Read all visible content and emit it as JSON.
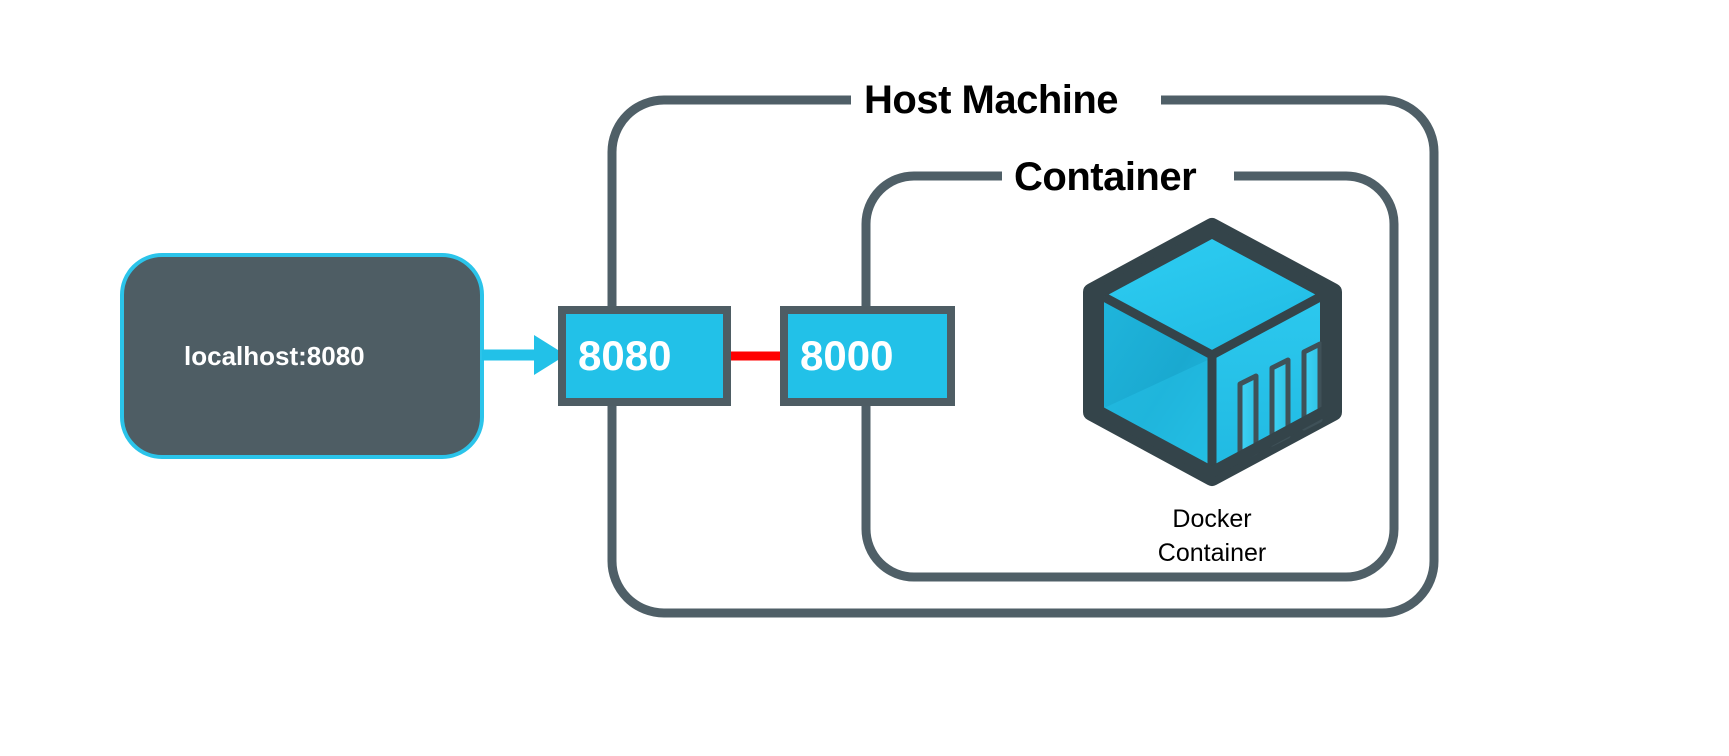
{
  "diagram": {
    "type": "docker-port-mapping",
    "background": "#ffffff",
    "colors": {
      "border_slate": "#4f5f67",
      "cyan": "#22c1e8",
      "cyan_light": "#2cc8ee",
      "cyan_dark": "#17a8c9",
      "cube_outline": "#34444a",
      "box_fill": "#4e5d64",
      "red": "#ff0000",
      "text_dark": "#000000",
      "text_light": "#ffffff"
    },
    "groups": [
      {
        "name": "host-machine",
        "label": "Host Machine"
      },
      {
        "name": "container",
        "label": "Container"
      }
    ],
    "client": {
      "label": "localhost:8080"
    },
    "ports": [
      {
        "name": "host-port",
        "label": "8080",
        "side": "host"
      },
      {
        "name": "container-port",
        "label": "8000",
        "side": "container"
      }
    ],
    "connections": [
      {
        "name": "client-to-host-port",
        "style": "cyan-arrow",
        "color": "#22c1e8"
      },
      {
        "name": "host-port-to-container-port",
        "style": "red-line",
        "color": "#ff0000"
      }
    ],
    "docker": {
      "icon": "docker-container-cube-icon",
      "caption_line1": "Docker",
      "caption_line2": "Container"
    }
  }
}
